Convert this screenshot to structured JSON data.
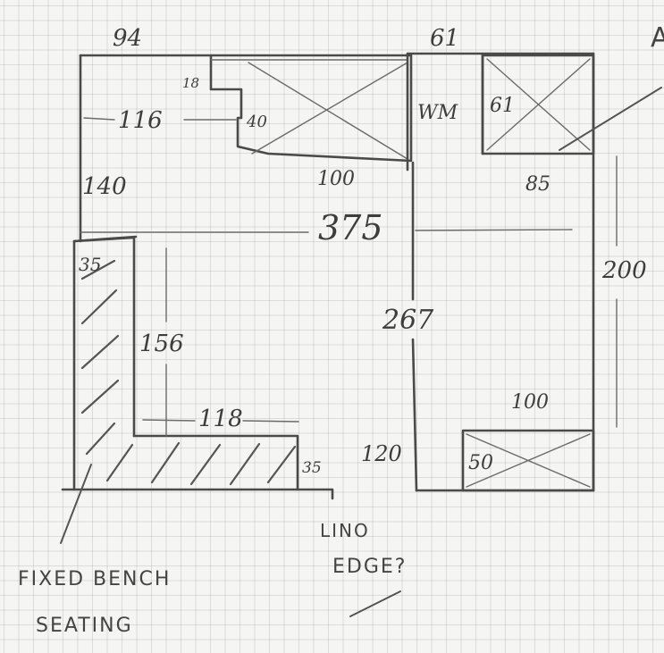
{
  "plan": {
    "dimensions": {
      "top_left_width": "94",
      "top_right_width": "61",
      "step_height": "18",
      "upper_inner_width": "116",
      "unit_depth": "40",
      "washing_machine": "WM",
      "right_unit_width": "61",
      "left_upper_height": "140",
      "mid_width": "100",
      "right_unit_depth": "85",
      "overall_width": "375",
      "right_height": "200",
      "bench_depth": "35",
      "bench_side_length": "156",
      "center_length": "267",
      "bench_bottom_length": "118",
      "bottom_unit_width": "100",
      "bottom_unit_depth": "50",
      "bench_end_depth": "35",
      "doorway_width": "120"
    },
    "annotations": {
      "corner_mark": "A",
      "bench_label_line1": "FIXED BENCH",
      "bench_label_line2": "SEATING",
      "lino_line1": "LINO",
      "lino_line2": "EDGE?"
    }
  }
}
